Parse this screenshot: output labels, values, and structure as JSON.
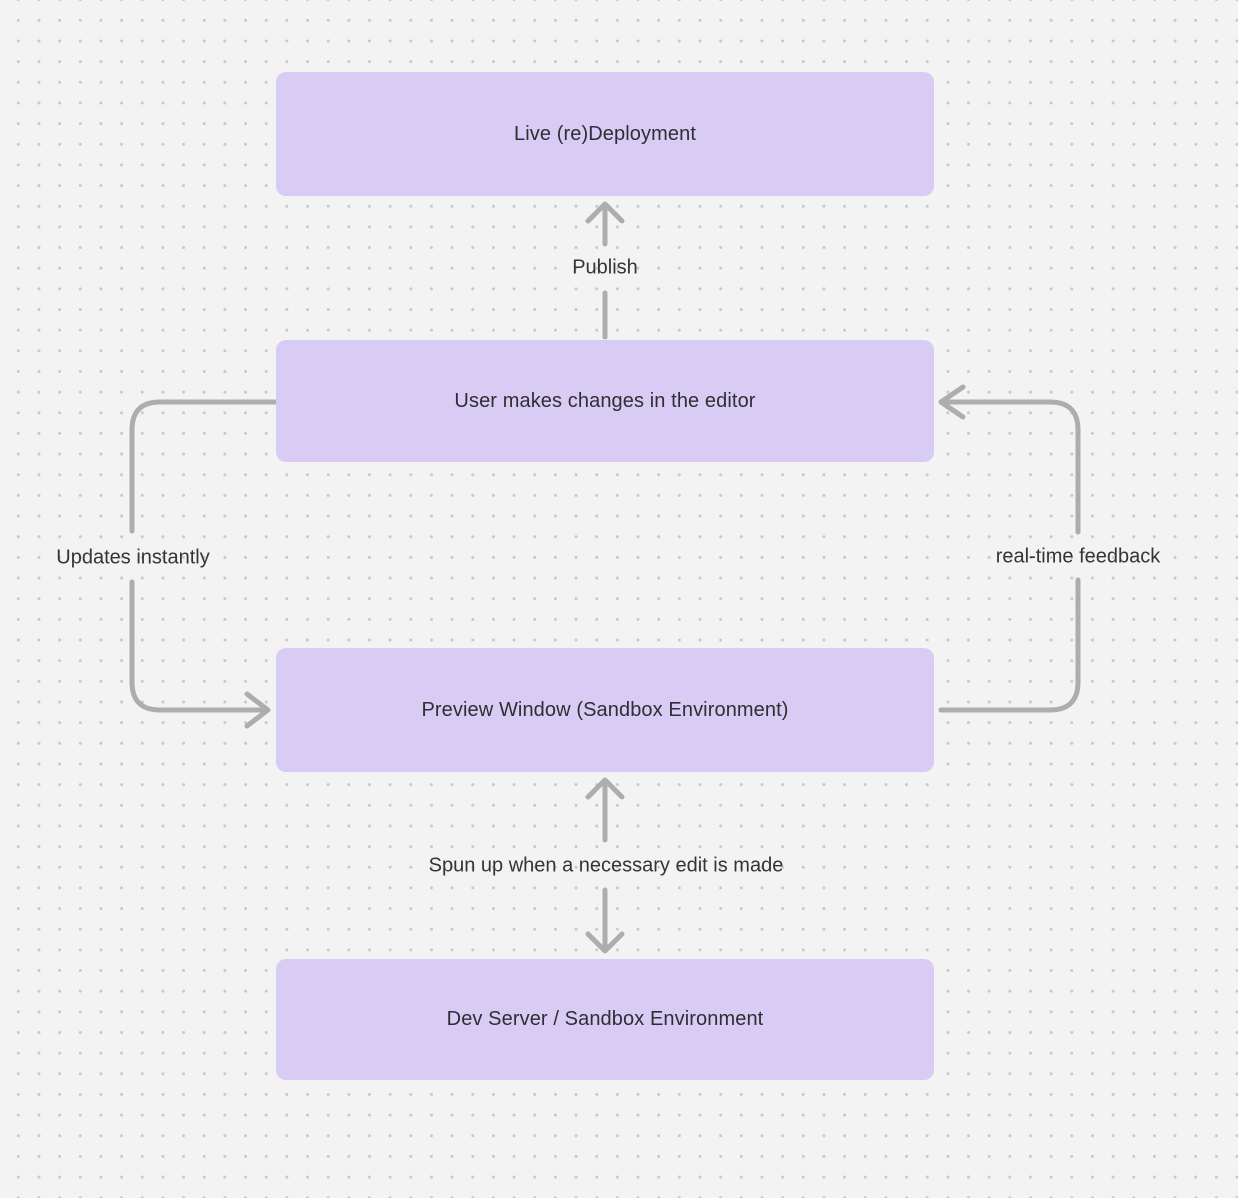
{
  "diagram": {
    "nodes": [
      {
        "id": "live-redeployment",
        "label": "Live (re)Deployment"
      },
      {
        "id": "user-editor",
        "label": "User makes changes in the editor"
      },
      {
        "id": "preview-window",
        "label": "Preview Window (Sandbox Environment)"
      },
      {
        "id": "dev-server",
        "label": "Dev Server / Sandbox Environment"
      }
    ],
    "edges": [
      {
        "id": "publish",
        "from": "user-editor",
        "to": "live-redeployment",
        "label": "Publish"
      },
      {
        "id": "updates-instantly",
        "from": "user-editor",
        "to": "preview-window",
        "label": "Updates instantly"
      },
      {
        "id": "real-time-feedback",
        "from": "preview-window",
        "to": "user-editor",
        "label": "real-time feedback"
      },
      {
        "id": "spun-up",
        "from": "preview-window",
        "to": "dev-server",
        "label": "Spun up when a necessary edit is made",
        "bidirectional": true
      }
    ]
  },
  "colors": {
    "canvas-bg": "#f4f3f4",
    "dot-color": "#c8c8c8",
    "node-fill": "#d8ccf5",
    "node-text": "#2e2e33",
    "edge-stroke": "#adadad",
    "label-text": "#333338"
  }
}
